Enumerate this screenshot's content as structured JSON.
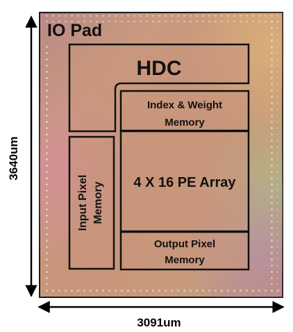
{
  "die": {
    "io_pad_label": "IO Pad",
    "blocks": {
      "hdc": "HDC",
      "index_weight_memory": [
        "Index & Weight",
        "Memory"
      ],
      "pe_array": "4 X 16 PE Array",
      "output_pixel_memory": [
        "Output Pixel",
        "Memory"
      ],
      "input_pixel_memory": [
        "Input Pixel",
        "Memory"
      ]
    }
  },
  "dimensions": {
    "height": "3640um",
    "width": "3091um"
  },
  "colors": {
    "die_base": "#c9967b",
    "block_outline": "#111111",
    "dimension_arrow": "#000000"
  }
}
